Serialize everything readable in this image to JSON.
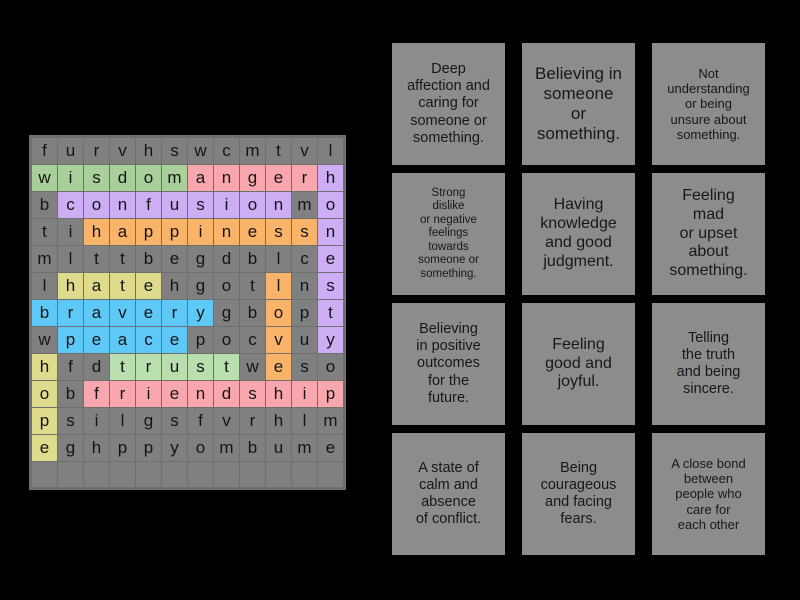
{
  "puzzle": {
    "type": "word-search",
    "rows": 13,
    "cols": 12,
    "letters": [
      [
        "f",
        "u",
        "r",
        "v",
        "h",
        "s",
        "w",
        "c",
        "m",
        "t",
        "v",
        "l"
      ],
      [
        "w",
        "i",
        "s",
        "d",
        "o",
        "m",
        "a",
        "n",
        "g",
        "e",
        "r",
        "h"
      ],
      [
        "b",
        "c",
        "o",
        "n",
        "f",
        "u",
        "s",
        "i",
        "o",
        "n",
        "m",
        "o"
      ],
      [
        "t",
        "i",
        "h",
        "a",
        "p",
        "p",
        "i",
        "n",
        "e",
        "s",
        "s",
        "n"
      ],
      [
        "m",
        "l",
        "t",
        "t",
        "b",
        "e",
        "g",
        "d",
        "b",
        "l",
        "c",
        "e"
      ],
      [
        "l",
        "h",
        "a",
        "t",
        "e",
        "h",
        "g",
        "o",
        "t",
        "l",
        "n",
        "s"
      ],
      [
        "b",
        "r",
        "a",
        "v",
        "e",
        "r",
        "y",
        "g",
        "b",
        "o",
        "p",
        "t"
      ],
      [
        "w",
        "p",
        "e",
        "a",
        "c",
        "e",
        "p",
        "o",
        "c",
        "v",
        "u",
        "y"
      ],
      [
        "h",
        "f",
        "d",
        "t",
        "r",
        "u",
        "s",
        "t",
        "w",
        "e",
        "s",
        "o"
      ],
      [
        "o",
        "b",
        "f",
        "r",
        "i",
        "e",
        "n",
        "d",
        "s",
        "h",
        "i",
        "p"
      ],
      [
        "p",
        "s",
        "i",
        "l",
        "g",
        "s",
        "f",
        "v",
        "r",
        "h",
        "l",
        "m"
      ],
      [
        "e",
        "g",
        "h",
        "p",
        "p",
        "y",
        "o",
        "m",
        "b",
        "u",
        "m",
        "e"
      ],
      [
        "",
        "",
        "",
        "",
        "",
        "",
        "",
        "",
        "",
        "",
        "",
        ""
      ]
    ],
    "highlights": [
      {
        "word": "wisdom",
        "color": "#a9cf9a",
        "cells": [
          [
            1,
            0
          ],
          [
            1,
            1
          ],
          [
            1,
            2
          ],
          [
            1,
            3
          ],
          [
            1,
            4
          ],
          [
            1,
            5
          ]
        ]
      },
      {
        "word": "anger",
        "color": "#f9a7ae",
        "cells": [
          [
            1,
            6
          ],
          [
            1,
            7
          ],
          [
            1,
            8
          ],
          [
            1,
            9
          ],
          [
            1,
            10
          ]
        ]
      },
      {
        "word": "confusion",
        "color": "#cdaef5",
        "cells": [
          [
            2,
            1
          ],
          [
            2,
            2
          ],
          [
            2,
            3
          ],
          [
            2,
            4
          ],
          [
            2,
            5
          ],
          [
            2,
            6
          ],
          [
            2,
            7
          ],
          [
            2,
            8
          ],
          [
            2,
            9
          ]
        ]
      },
      {
        "word": "happiness",
        "color": "#f9b46a",
        "cells": [
          [
            3,
            2
          ],
          [
            3,
            3
          ],
          [
            3,
            4
          ],
          [
            3,
            5
          ],
          [
            3,
            6
          ],
          [
            3,
            7
          ],
          [
            3,
            8
          ],
          [
            3,
            9
          ],
          [
            3,
            10
          ]
        ]
      },
      {
        "word": "hate",
        "color": "#dedb8c",
        "cells": [
          [
            5,
            1
          ],
          [
            5,
            2
          ],
          [
            5,
            3
          ],
          [
            5,
            4
          ]
        ]
      },
      {
        "word": "bravery",
        "color": "#5ec8f7",
        "cells": [
          [
            6,
            0
          ],
          [
            6,
            1
          ],
          [
            6,
            2
          ],
          [
            6,
            3
          ],
          [
            6,
            4
          ],
          [
            6,
            5
          ],
          [
            6,
            6
          ]
        ]
      },
      {
        "word": "peace",
        "color": "#5ec8f7",
        "cells": [
          [
            7,
            1
          ],
          [
            7,
            2
          ],
          [
            7,
            3
          ],
          [
            7,
            4
          ],
          [
            7,
            5
          ]
        ]
      },
      {
        "word": "trust",
        "color": "#b9dfae",
        "cells": [
          [
            8,
            3
          ],
          [
            8,
            4
          ],
          [
            8,
            5
          ],
          [
            8,
            6
          ],
          [
            8,
            7
          ]
        ]
      },
      {
        "word": "friendship",
        "color": "#f9a7ae",
        "cells": [
          [
            9,
            2
          ],
          [
            9,
            3
          ],
          [
            9,
            4
          ],
          [
            9,
            5
          ],
          [
            9,
            6
          ],
          [
            9,
            7
          ],
          [
            9,
            8
          ],
          [
            9,
            9
          ],
          [
            9,
            10
          ],
          [
            9,
            11
          ]
        ]
      },
      {
        "word": "honesty",
        "color": "#cdaef5",
        "cells": [
          [
            1,
            11
          ],
          [
            2,
            11
          ],
          [
            3,
            11
          ],
          [
            4,
            11
          ],
          [
            5,
            11
          ],
          [
            6,
            11
          ],
          [
            7,
            11
          ]
        ]
      },
      {
        "word": "love",
        "color": "#f9b46a",
        "cells": [
          [
            5,
            9
          ],
          [
            6,
            9
          ],
          [
            7,
            9
          ],
          [
            8,
            9
          ]
        ]
      },
      {
        "word": "hope",
        "color": "#dedb8c",
        "cells": [
          [
            8,
            0
          ],
          [
            9,
            0
          ],
          [
            10,
            0
          ],
          [
            11,
            0
          ]
        ]
      }
    ],
    "colors": {
      "cell_background": "#808080",
      "grid_line": "#6f6f6f",
      "letter": "#141414",
      "page_background": "#000000"
    }
  },
  "definitions": {
    "cards": [
      {
        "text": "Deep\naffection and\ncaring for\nsomeone or\nsomething.",
        "size": "fs-md"
      },
      {
        "text": "Believing in\nsomeone\nor\nsomething.",
        "size": "fs-xl"
      },
      {
        "text": "Not\nunderstanding\nor being\nunsure about\nsomething.",
        "size": "fs-sm"
      },
      {
        "text": "Strong\ndislike\nor negative\nfeelings\ntowards\nsomeone or\nsomething.",
        "size": "fs-xs"
      },
      {
        "text": "Having\nknowledge\nand good\njudgment.",
        "size": "fs-lg"
      },
      {
        "text": "Feeling\nmad\nor upset\nabout\nsomething.",
        "size": "fs-lg"
      },
      {
        "text": "Believing\nin positive\noutcomes\nfor the\nfuture.",
        "size": "fs-md"
      },
      {
        "text": "Feeling\ngood and\njoyful.",
        "size": "fs-lg"
      },
      {
        "text": "Telling\nthe truth\nand being\nsincere.",
        "size": "fs-md"
      },
      {
        "text": "A state of\ncalm and\nabsence\nof conflict.",
        "size": "fs-md"
      },
      {
        "text": "Being\ncourageous\nand facing\nfears.",
        "size": "fs-md"
      },
      {
        "text": "A close bond\nbetween\npeople who\ncare for\neach other",
        "size": "fs-sm"
      }
    ],
    "card_background": "#8c8c8c",
    "card_text_color": "#15181c"
  }
}
